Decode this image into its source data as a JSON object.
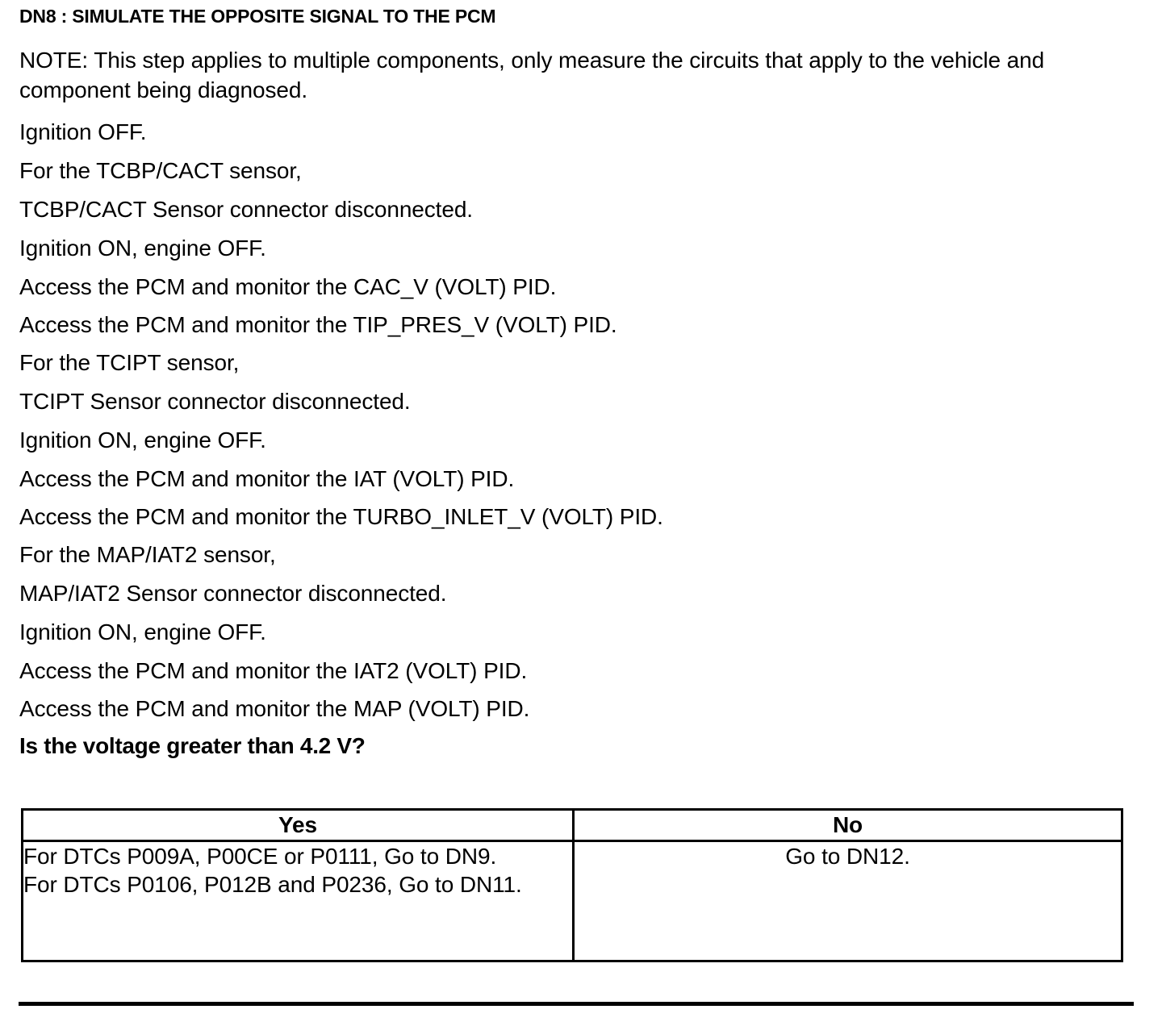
{
  "document": {
    "step_title": "DN8 : SIMULATE THE OPPOSITE SIGNAL TO THE PCM",
    "note": "NOTE: This step applies to multiple components, only measure the circuits that apply to the vehicle and component being diagnosed.",
    "steps": [
      "Ignition OFF.",
      "For the TCBP/CACT sensor,",
      "TCBP/CACT Sensor connector disconnected.",
      "Ignition ON, engine OFF.",
      "Access the PCM and monitor the  CAC_V (VOLT) PID.",
      "Access the PCM and monitor the  TIP_PRES_V (VOLT) PID.",
      "For the TCIPT sensor,",
      "TCIPT Sensor connector disconnected.",
      "Ignition ON, engine OFF.",
      "Access the PCM and monitor the  IAT (VOLT) PID.",
      "Access the PCM and monitor the  TURBO_INLET_V (VOLT) PID.",
      "For the MAP/IAT2 sensor,",
      "MAP/IAT2 Sensor connector disconnected.",
      "Ignition ON, engine OFF.",
      "Access the PCM and monitor the  IAT2 (VOLT) PID.",
      "Access the PCM and monitor the  MAP (VOLT) PID."
    ],
    "question": "Is the voltage greater than 4.2 V?",
    "decision_table": {
      "headers": [
        "Yes",
        "No"
      ],
      "yes_cell_lines": [
        "For DTCs P009A, P00CE or P0111, Go to DN9.",
        "For DTCs P0106, P012B and P0236, Go to DN11."
      ],
      "no_cell_text": "Go to DN12."
    }
  }
}
